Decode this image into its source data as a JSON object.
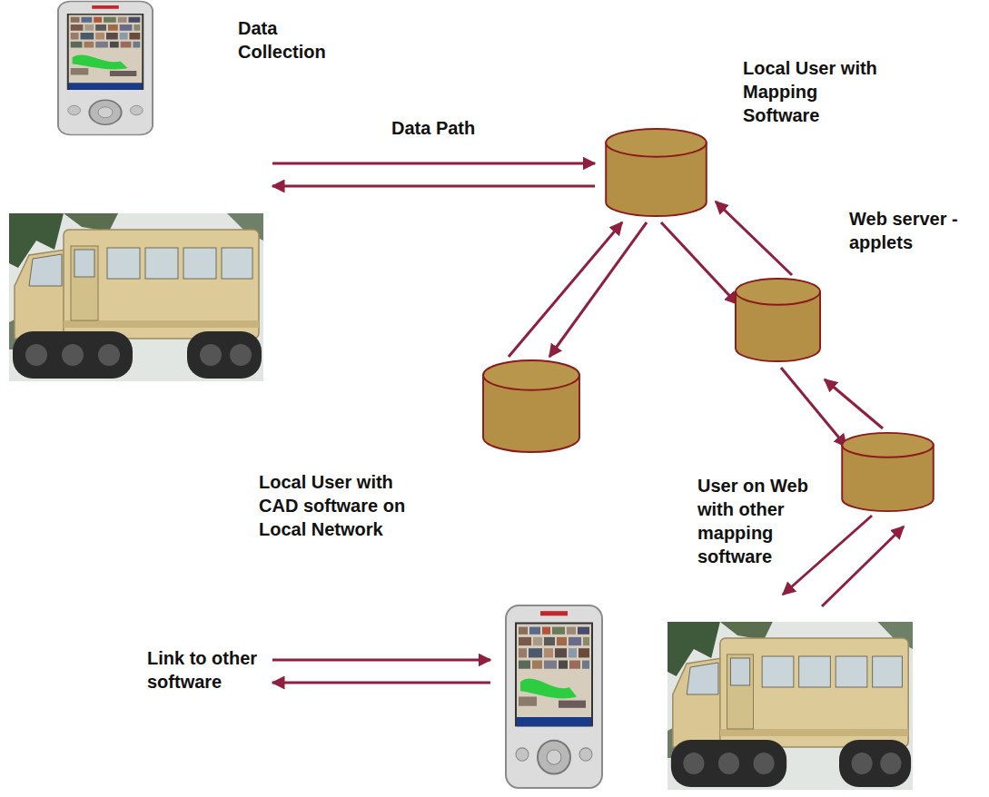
{
  "diagram": {
    "nodes": [
      {
        "text": [
          "Data Collection"
        ]
      },
      {
        "text": [
          "Local User with Mapping Software"
        ]
      },
      {
        "text": [
          "Web server - applets"
        ]
      },
      {
        "text": [
          "Local User with CAD software on Local Network"
        ]
      },
      {
        "text": [
          "User on Web with other mapping software"
        ]
      }
    ],
    "edges": [
      {
        "from": 0,
        "to": 1,
        "label": "Data Path",
        "arrow": "to"
      },
      {
        "from": 1,
        "to": 0,
        "arrow": "to"
      },
      {
        "from": 1,
        "to": 2,
        "arrow": "to"
      },
      {
        "from": 2,
        "to": 1,
        "arrow": "to"
      },
      {
        "from": 1,
        "to": 3,
        "arrow": "to"
      },
      {
        "from": 3,
        "to": 1,
        "arrow": "to"
      },
      {
        "from": 2,
        "to": 4,
        "arrow": "to"
      },
      {
        "from": 4,
        "to": 2,
        "arrow": "to"
      }
    ],
    "labels": [
      "Link to other software"
    ]
  }
}
